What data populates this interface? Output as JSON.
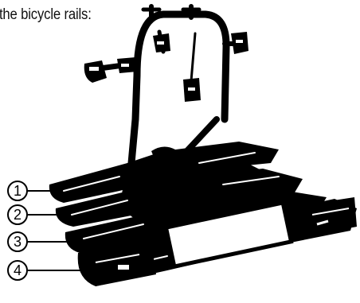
{
  "caption": "f the bicycle rails:",
  "callouts": [
    {
      "label": "1"
    },
    {
      "label": "2"
    },
    {
      "label": "3"
    },
    {
      "label": "4"
    }
  ],
  "illustration": {
    "subject": "bike-carrier-rack-icon",
    "rails": 4
  },
  "colors": {
    "ink": "#000000",
    "paper": "#ffffff",
    "plate": "#ffffff"
  }
}
